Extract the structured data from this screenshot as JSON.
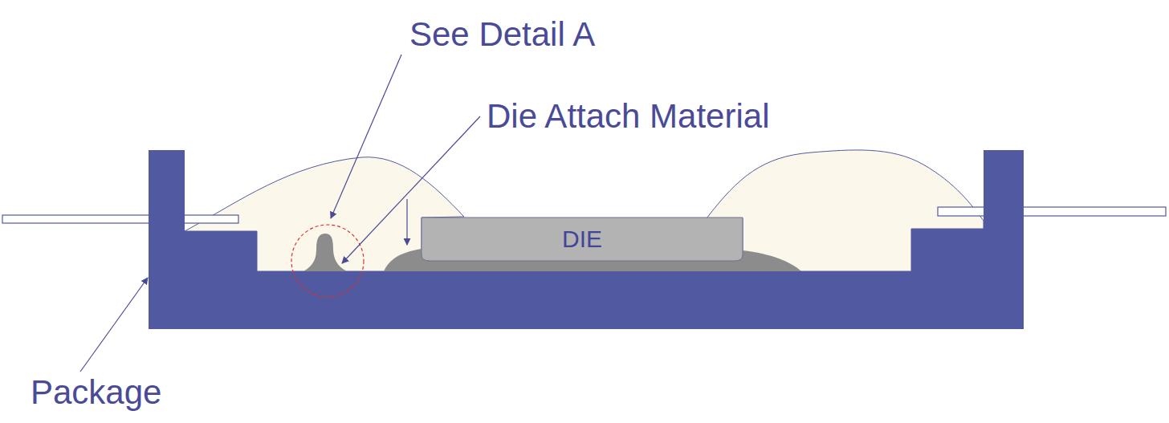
{
  "diagram": {
    "nodes": [
      {
        "text": [
          "DIE"
        ]
      }
    ],
    "labels": [
      "See Detail A",
      "Die Attach Material",
      "Package"
    ]
  }
}
